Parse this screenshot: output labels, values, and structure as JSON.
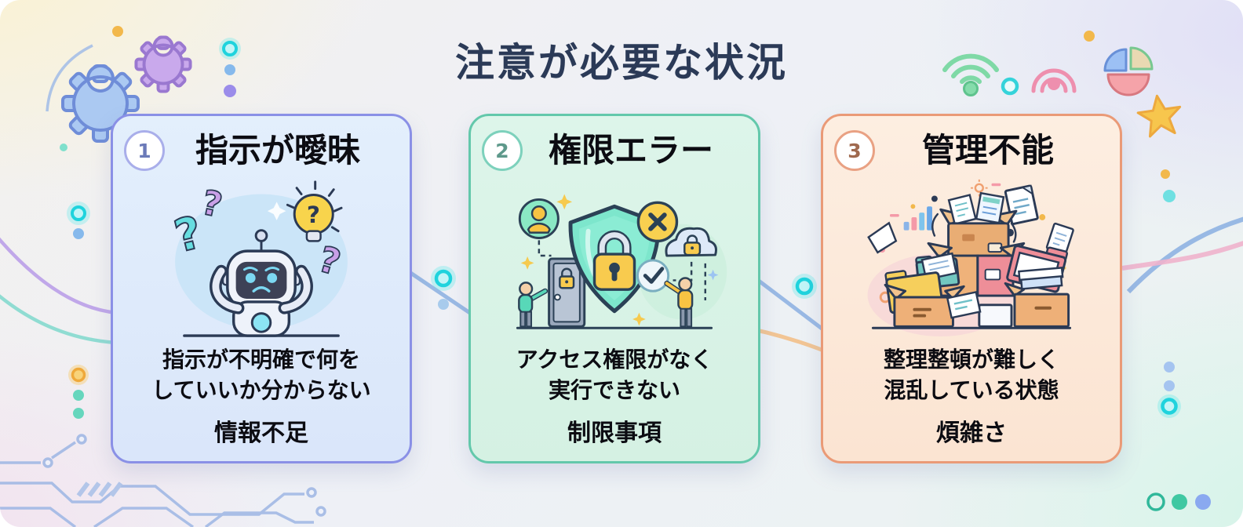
{
  "title": "注意が必要な状況",
  "cards": [
    {
      "number": "1",
      "title": "指示が曖昧",
      "description": "指示が不明確で何を\nしていいか分からない",
      "tag": "情報不足",
      "illustration": "confused-robot",
      "accent_color": "#8a90e6",
      "background_color": "#dde9fa"
    },
    {
      "number": "2",
      "title": "権限エラー",
      "description": "アクセス権限がなく\n実行できない",
      "tag": "制限事項",
      "illustration": "locked-shield",
      "accent_color": "#63c8ab",
      "background_color": "#d9f3e7"
    },
    {
      "number": "3",
      "title": "管理不能",
      "description": "整理整頓が難しく\n混乱している状態",
      "tag": "煩雑さ",
      "illustration": "messy-boxes",
      "accent_color": "#ea9a77",
      "background_color": "#fce9d9"
    }
  ],
  "decorations": {
    "icons": [
      "gear-icon",
      "gear-icon",
      "wifi-icon",
      "fingerprint-icon",
      "pie-chart-icon",
      "star-icon",
      "circuit-trace-icon"
    ],
    "indicator_dots": [
      "outline-teal",
      "filled-teal",
      "filled-blue"
    ],
    "colors": {
      "title_text": "#2b3a57",
      "cyan_glow_dot": "#23d4dd",
      "orange_dot": "#f2b84b",
      "blue_dot": "#86b9ec",
      "purple_dot": "#9b8cea",
      "teal_dot": "#5fd3ba",
      "pink_line": "#f0b2cc",
      "blue_line": "#8fb3e2"
    }
  }
}
